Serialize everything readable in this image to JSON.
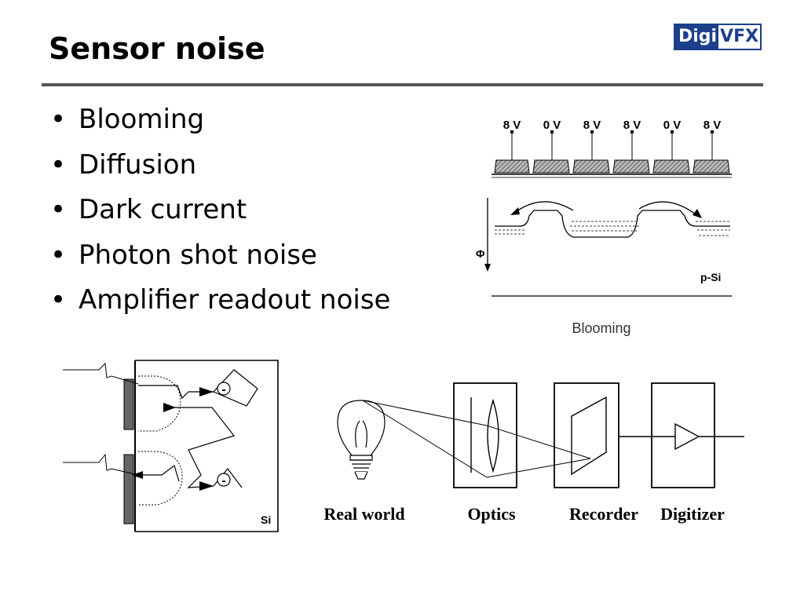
{
  "slide": {
    "title": "Sensor noise"
  },
  "logo": {
    "part1": "Digi",
    "part2": "VFX"
  },
  "bullets": [
    "Blooming",
    "Diffusion",
    "Dark current",
    "Photon shot noise",
    "Amplifier readout noise"
  ],
  "blooming_figure": {
    "voltages": [
      "8 V",
      "0 V",
      "8 V",
      "8 V",
      "0 V",
      "8 V"
    ],
    "phi_label": "Φ",
    "material_label": "p-Si",
    "caption": "Blooming"
  },
  "diffusion_figure": {
    "electron_symbol": "-",
    "material_label": "Si"
  },
  "pipeline_figure": {
    "labels": [
      "Real world",
      "Optics",
      "Recorder",
      "Digitizer"
    ]
  }
}
